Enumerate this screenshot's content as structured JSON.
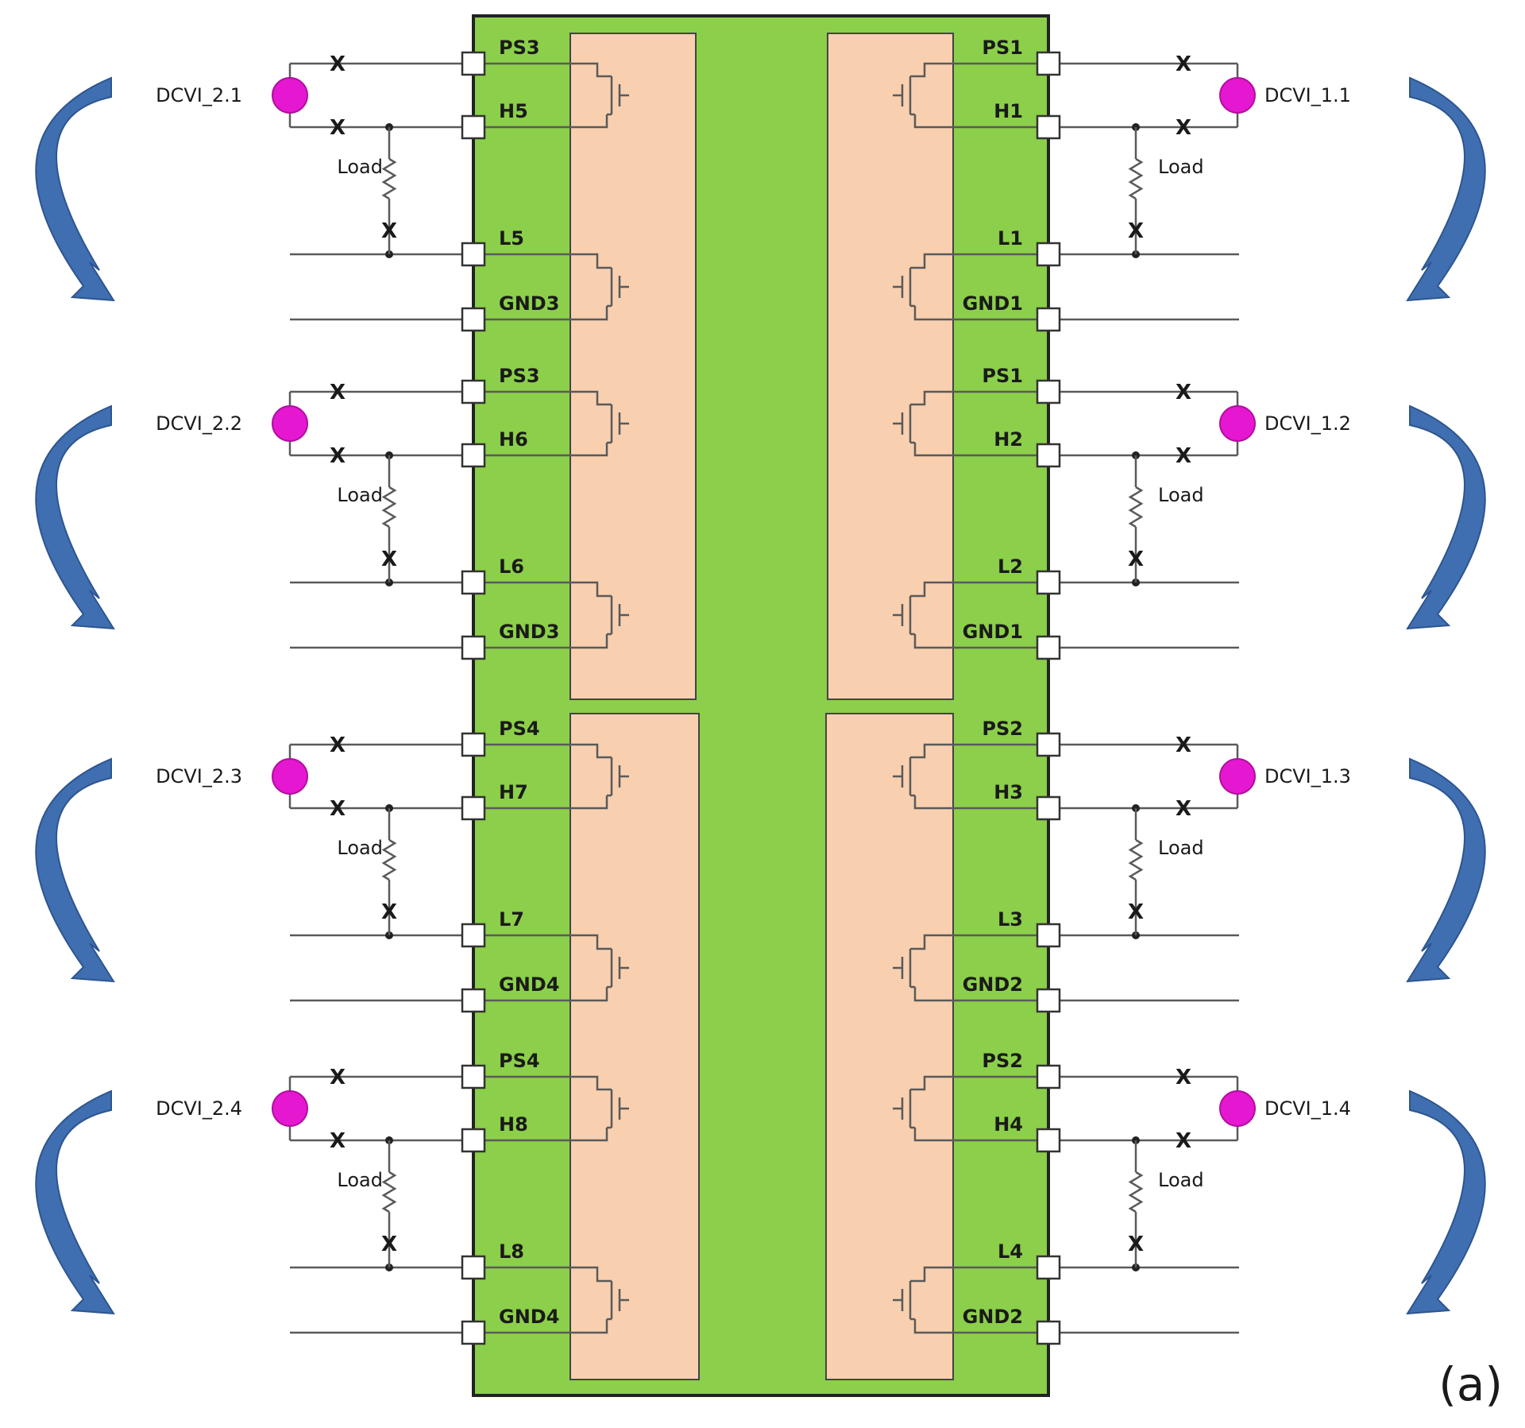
{
  "figure": {
    "panel_label": "(a)",
    "load_label": "Load",
    "switch_mark": "X"
  },
  "colors": {
    "chip_body": "#8ccf4a",
    "chip_border": "#222222",
    "fet_region": "#f8d0b0",
    "wire": "#5a5a5a",
    "pad_fill": "#ffffff",
    "source_dot": "#e617d0",
    "arrow": "#3f6fb0",
    "text": "#1a1a1a"
  },
  "left_blocks": [
    {
      "dcvi": "DCVI_2.1",
      "ps": "PS3",
      "h": "H5",
      "l": "L5",
      "gnd": "GND3"
    },
    {
      "dcvi": "DCVI_2.2",
      "ps": "PS3",
      "h": "H6",
      "l": "L6",
      "gnd": "GND3"
    },
    {
      "dcvi": "DCVI_2.3",
      "ps": "PS4",
      "h": "H7",
      "l": "L7",
      "gnd": "GND4"
    },
    {
      "dcvi": "DCVI_2.4",
      "ps": "PS4",
      "h": "H8",
      "l": "L8",
      "gnd": "GND4"
    }
  ],
  "right_blocks": [
    {
      "dcvi": "DCVI_1.1",
      "ps": "PS1",
      "h": "H1",
      "l": "L1",
      "gnd": "GND1"
    },
    {
      "dcvi": "DCVI_1.2",
      "ps": "PS1",
      "h": "H2",
      "l": "L2",
      "gnd": "GND1"
    },
    {
      "dcvi": "DCVI_1.3",
      "ps": "PS2",
      "h": "H3",
      "l": "L3",
      "gnd": "GND2"
    },
    {
      "dcvi": "DCVI_1.4",
      "ps": "PS2",
      "h": "H4",
      "l": "L4",
      "gnd": "GND2"
    }
  ]
}
